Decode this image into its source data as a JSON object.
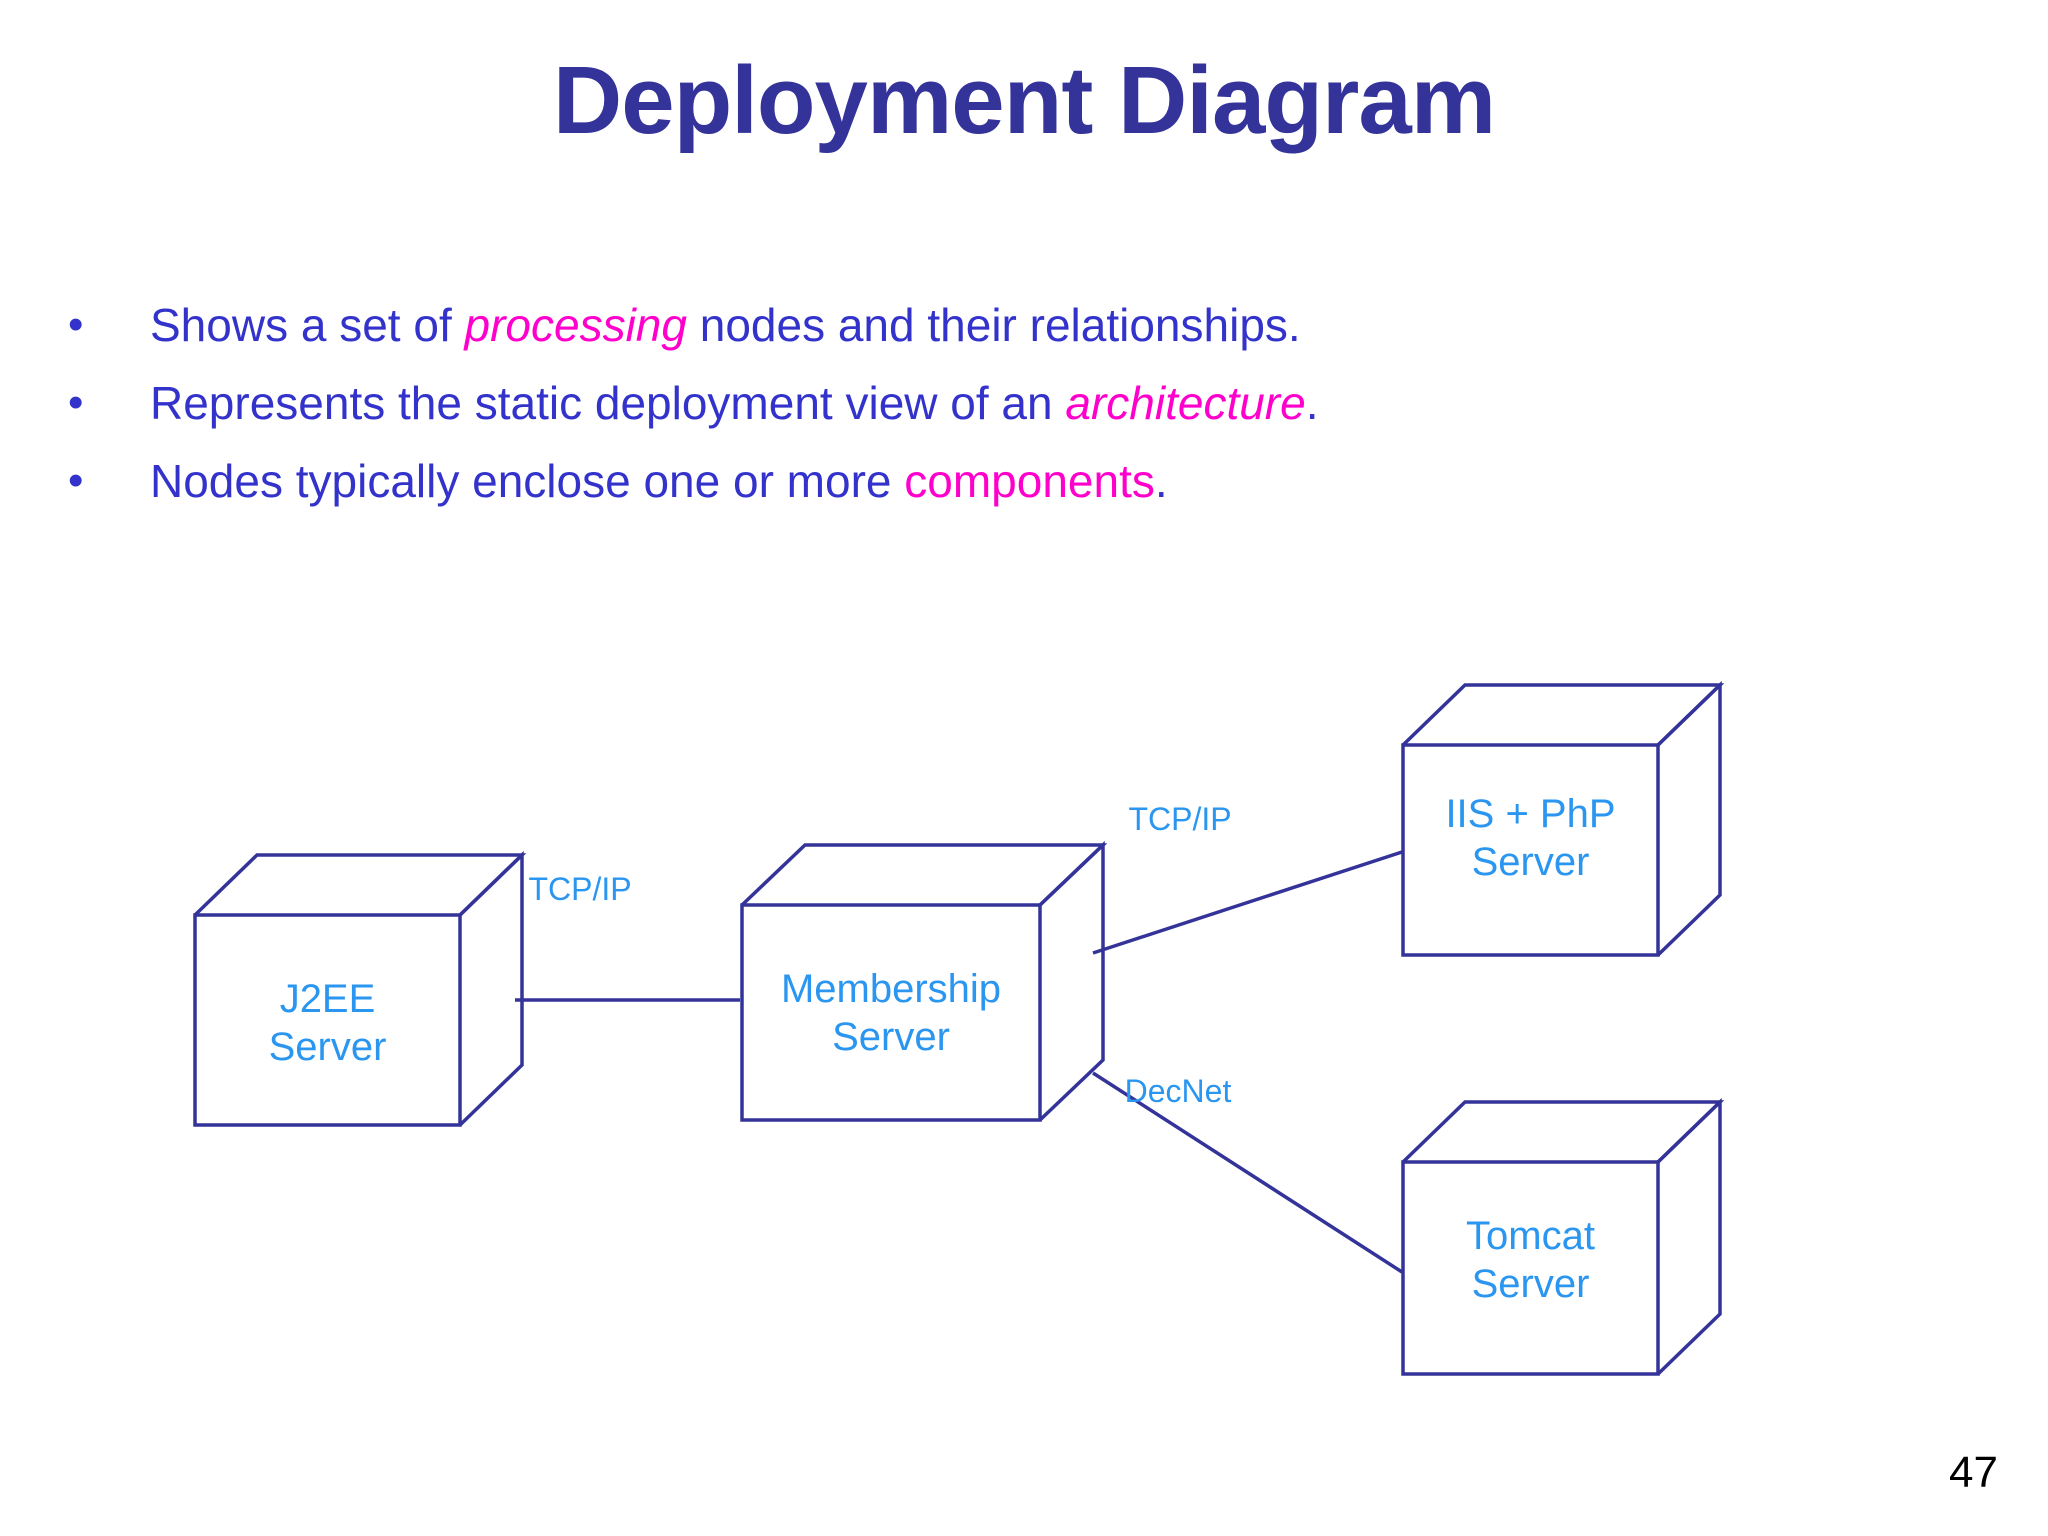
{
  "slide": {
    "title": "Deployment Diagram",
    "page_number": "47",
    "colors": {
      "title": "#333399",
      "bullet_text": "#3333cc",
      "emphasis": "#ff00cc",
      "node_outline": "#333399",
      "node_label": "#2b96f0",
      "background": "#ffffff",
      "page_number": "#000000"
    }
  },
  "bullets": [
    {
      "marker": "•",
      "pre": "Shows a set of ",
      "emphasis": "processing",
      "emphasis_style": "italic",
      "post": " nodes and their relationships."
    },
    {
      "marker": "•",
      "pre": "Represents the static deployment view of an ",
      "emphasis": "architecture",
      "emphasis_style": "italic",
      "post": "."
    },
    {
      "marker": "•",
      "pre": "Nodes typically enclose one or more ",
      "emphasis": "components",
      "emphasis_style": "normal",
      "post": "."
    }
  ],
  "diagram": {
    "type": "uml-deployment-diagram",
    "nodes": [
      {
        "id": "j2ee",
        "label": "J2EE\nServer"
      },
      {
        "id": "membership",
        "label": "Membership\nServer"
      },
      {
        "id": "iis",
        "label": "IIS + PhP\nServer"
      },
      {
        "id": "tomcat",
        "label": "Tomcat\nServer"
      }
    ],
    "connections": [
      {
        "from": "j2ee",
        "to": "membership",
        "label": "TCP/IP"
      },
      {
        "from": "membership",
        "to": "iis",
        "label": "TCP/IP"
      },
      {
        "from": "membership",
        "to": "tomcat",
        "label": "DecNet"
      }
    ]
  }
}
